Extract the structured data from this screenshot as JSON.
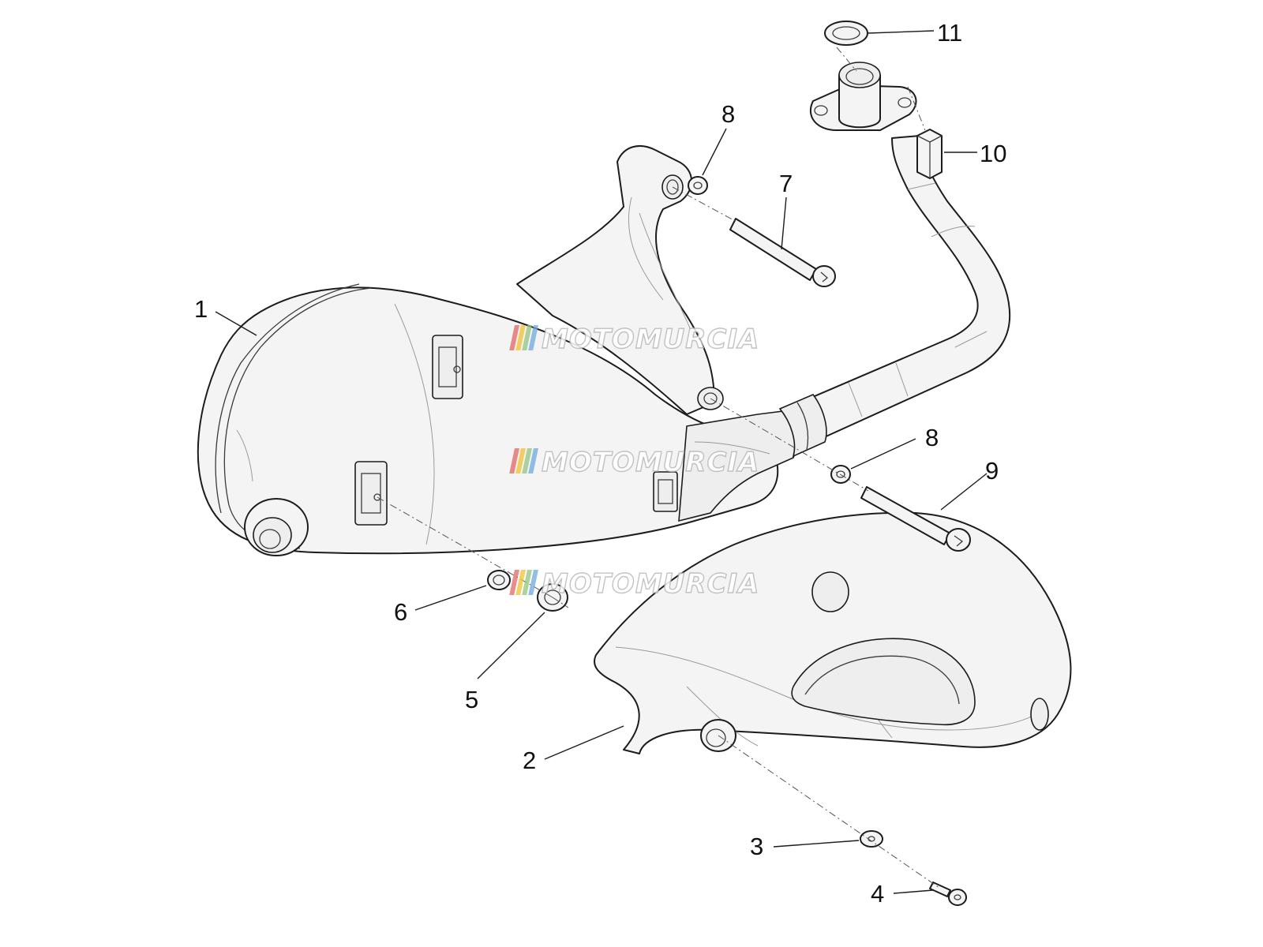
{
  "diagram": {
    "callouts": [
      "1",
      "2",
      "3",
      "4",
      "5",
      "6",
      "7",
      "8",
      "8",
      "9",
      "10",
      "11"
    ],
    "watermark": "MOTOMURCIA",
    "watermark_stripe_colors": [
      "#e06666",
      "#f1c232",
      "#93c47d",
      "#6fa8dc"
    ]
  }
}
